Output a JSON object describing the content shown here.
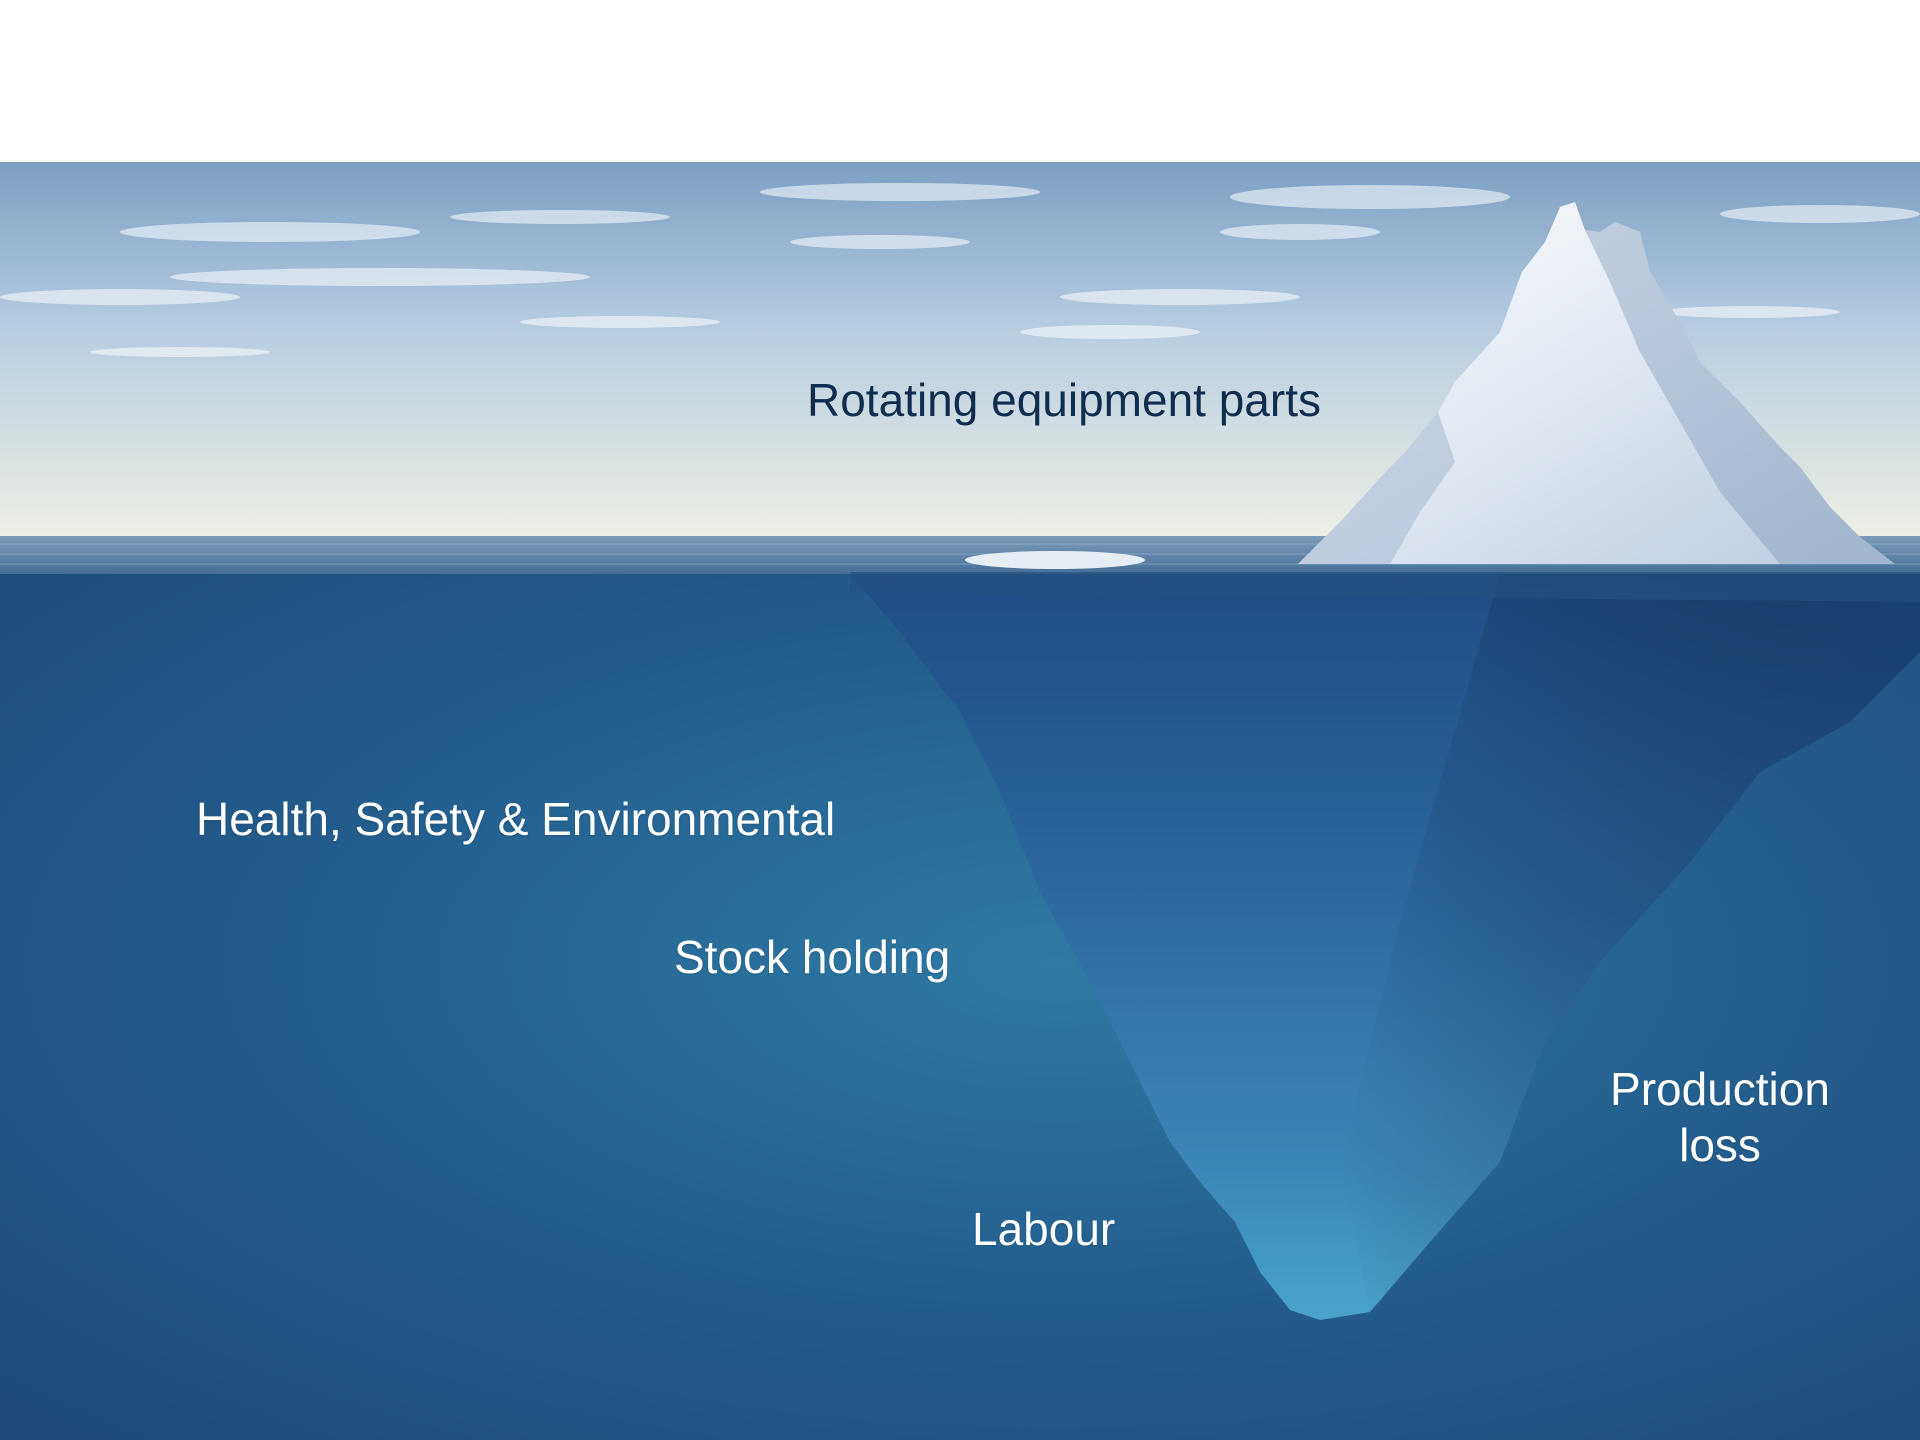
{
  "labels": {
    "above_water": "Rotating equipment parts",
    "hse": "Health, Safety & Environmental",
    "stock": "Stock holding",
    "labour": "Labour",
    "production_loss_line1": "Production",
    "production_loss_line2": "loss"
  },
  "colors": {
    "sky_top": "#7fa3c8",
    "sky_horizon": "#eef0e6",
    "sea_surface": "#5f84a8",
    "deep_water": "#1f4f7f",
    "ice_above": "#e8eef6",
    "ice_below": "#3f7fb0",
    "label_dark": "#0f2d4f",
    "label_light": "#ffffff"
  }
}
